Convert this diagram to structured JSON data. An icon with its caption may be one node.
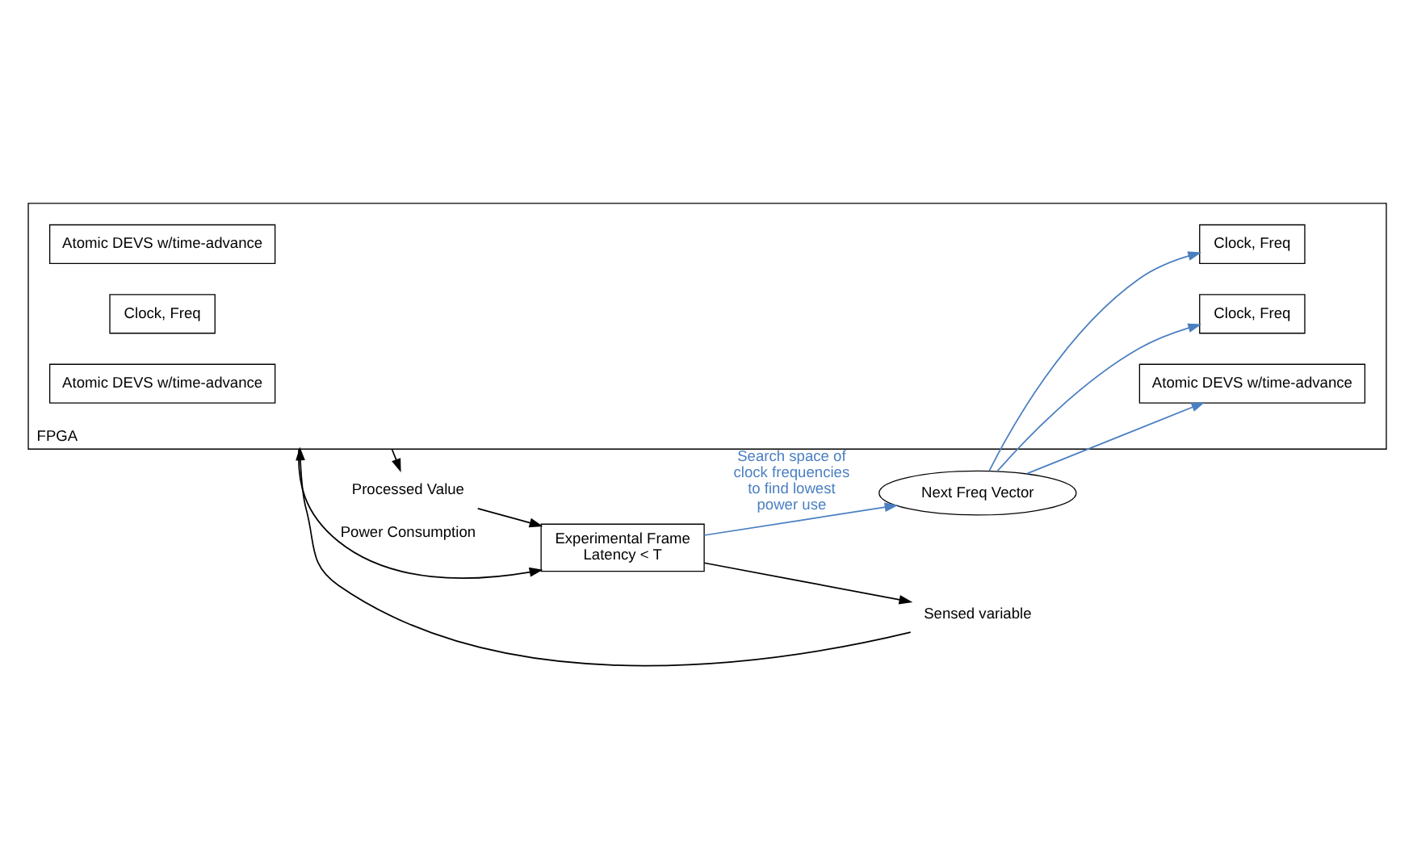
{
  "diagram": {
    "nodes": [
      {
        "text": [
          "FPGA"
        ]
      },
      {
        "text": [
          "Atomic DEVS w/time-advance"
        ],
        "in": 0
      },
      {
        "text": [
          "Clock, Freq"
        ],
        "in": 0
      },
      {
        "text": [
          "Atomic DEVS w/time-advance"
        ],
        "in": 0
      },
      {
        "text": [
          "Clock, Freq"
        ],
        "in": 0
      },
      {
        "text": [
          "Atomic DEVS w/time-advance"
        ],
        "in": 0
      },
      {
        "text": [
          "Clock, Freq"
        ],
        "in": 0
      },
      {
        "text": [
          "Sensed variable"
        ]
      },
      {
        "text": [
          "Processed Value"
        ]
      },
      {
        "text": [
          "Next Freq Vector"
        ]
      },
      {
        "text": [
          "Experimental Frame",
          "Latency < T"
        ]
      }
    ],
    "edges": [
      {
        "from": 7,
        "to": 0,
        "arrow": "to"
      },
      {
        "from": 0,
        "to": 8,
        "arrow": "to"
      },
      {
        "from": 0,
        "to": 10,
        "label": "Power Consumption",
        "arrow": "to"
      },
      {
        "from": 8,
        "to": 10,
        "arrow": "to"
      },
      {
        "from": 10,
        "to": 7,
        "arrow": "to"
      },
      {
        "from": 9,
        "to": 4,
        "arrow": "to",
        "color": "#4a7fc1"
      },
      {
        "from": 9,
        "to": 5,
        "arrow": "to",
        "color": "#4a7fc1"
      },
      {
        "from": 9,
        "to": 6,
        "arrow": "to",
        "color": "#4a7fc1"
      },
      {
        "from": 10,
        "to": 9,
        "label": "Search space of clock frequencies to find lowest power use",
        "arrow": "to",
        "color": "#4a7fc1"
      }
    ]
  }
}
